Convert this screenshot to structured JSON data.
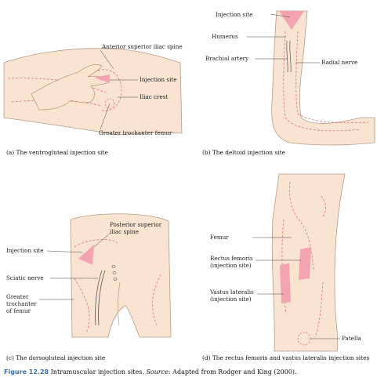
{
  "panels": {
    "a": {
      "caption": "(a) The ventrogluteal injection site",
      "labels": {
        "asis": "Anterior superior iliac spine",
        "injection": "Injection site",
        "iliac_crest": "Iliac crest",
        "trochanter": "Greater trochanter femur"
      }
    },
    "b": {
      "caption": "(b) The deltoid injection site",
      "labels": {
        "injection": "Injection site",
        "humerus": "Humerus",
        "brachial": "Brachial artery",
        "radial": "Radial nerve"
      }
    },
    "c": {
      "caption": "(c) The dorsogluteal injection site",
      "labels": {
        "psis_1": "Posterior superior",
        "psis_2": "iliac spine",
        "injection": "Injection site",
        "sciatic": "Sciatic nerve",
        "troch_1": "Greater",
        "troch_2": "trochanter",
        "troch_3": "of femur"
      }
    },
    "d": {
      "caption": "(d) The rectus femoris and vastus lateralis injection sites",
      "labels": {
        "femur": "Femur",
        "rectus_1": "Rectus femoris",
        "rectus_2": "(injection site)",
        "vastus_1": "Vastus lateralis",
        "vastus_2": "(injection site)",
        "patella": "Patella"
      }
    }
  },
  "figure": {
    "number": "Figure 12.28",
    "title": " Intramuscular injection sites. ",
    "source_label": "Source:",
    "source_text": " Adapted from Rodger and King (2000)."
  },
  "colors": {
    "skin": "#f9e4d2",
    "outline": "#b89a86",
    "dashed": "#e0737f",
    "injection": "#f4a3b0",
    "caption_accent": "#3a6fb0"
  }
}
